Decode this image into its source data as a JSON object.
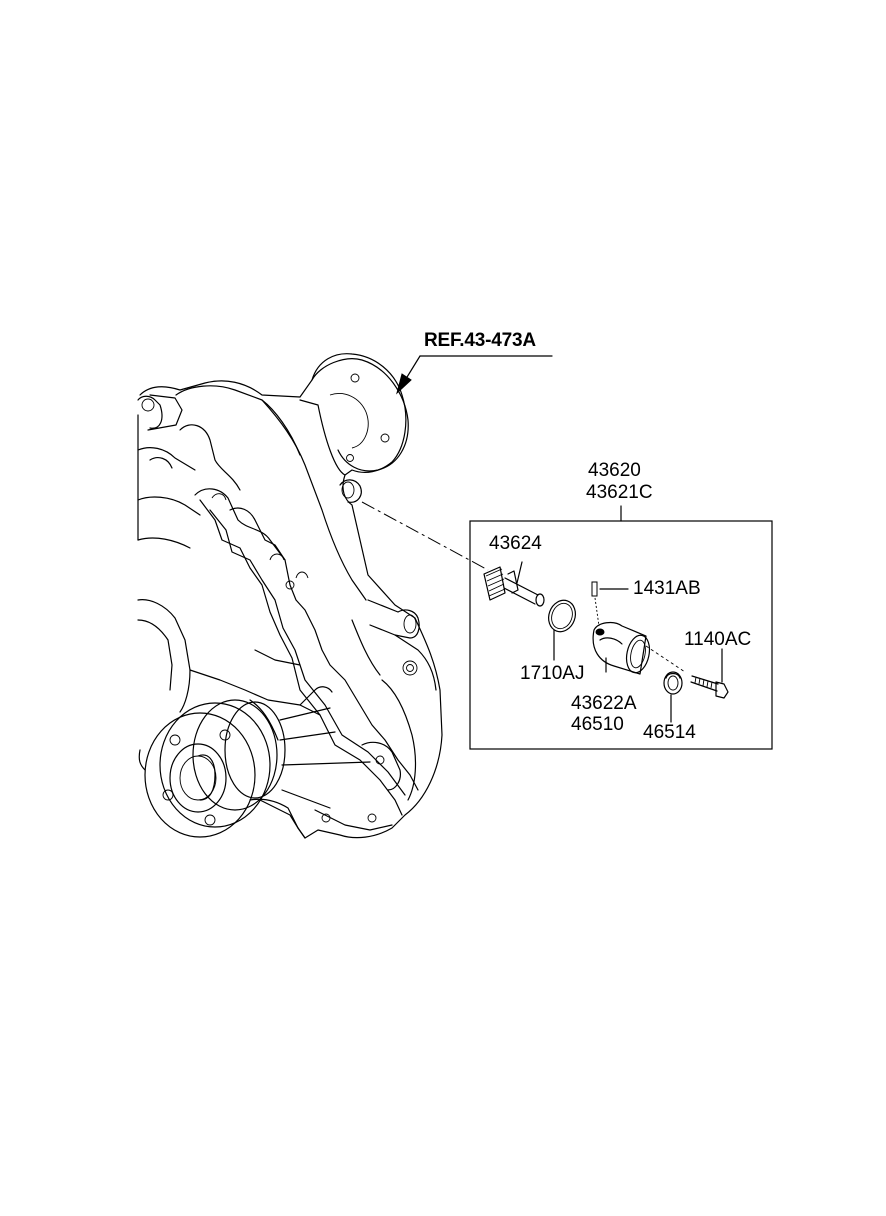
{
  "diagram": {
    "reference_label": "REF.43-473A",
    "assembly_numbers": [
      "43620",
      "43621C"
    ],
    "parts": [
      {
        "id": "gear",
        "number": "43624"
      },
      {
        "id": "pin",
        "number": "1431AB"
      },
      {
        "id": "bolt",
        "number": "1140AC"
      },
      {
        "id": "oring",
        "number": "1710AJ"
      },
      {
        "id": "sleeve",
        "number": "43622A"
      },
      {
        "id": "sleeve_alt",
        "number": "46510"
      },
      {
        "id": "seal",
        "number": "46514"
      }
    ]
  }
}
